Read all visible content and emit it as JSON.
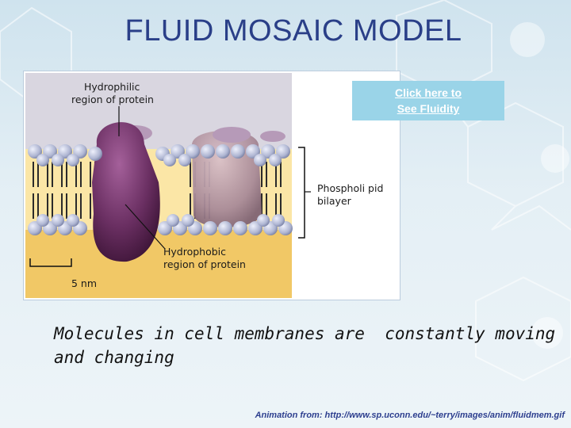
{
  "slide": {
    "title": "FLUID MOSAIC MODEL",
    "caption_line1": "Molecules in cell membranes are  constantly moving",
    "caption_line2": "and changing",
    "credit": "Animation from: http://www.sp.uconn.edu/~terry/images/anim/fluidmem.gif"
  },
  "link": {
    "line1": "Click here to",
    "line2": "See Fluidity"
  },
  "figure": {
    "hydrophilic_line1": "Hydrophilic",
    "hydrophilic_line2": "region of protein",
    "hydrophobic_line1": "Hydrophobic",
    "hydrophobic_line2": "region of protein",
    "bilayer_line1": "Phospholi pid",
    "bilayer_line2": "bilayer",
    "scale": "5 nm"
  },
  "colors": {
    "title": "#2a3f88",
    "link_background": "#9ad4e8",
    "membrane_fluid": "#f4d27a",
    "protein": "#6a2f62",
    "lipid_head": "#b9bfd8"
  }
}
